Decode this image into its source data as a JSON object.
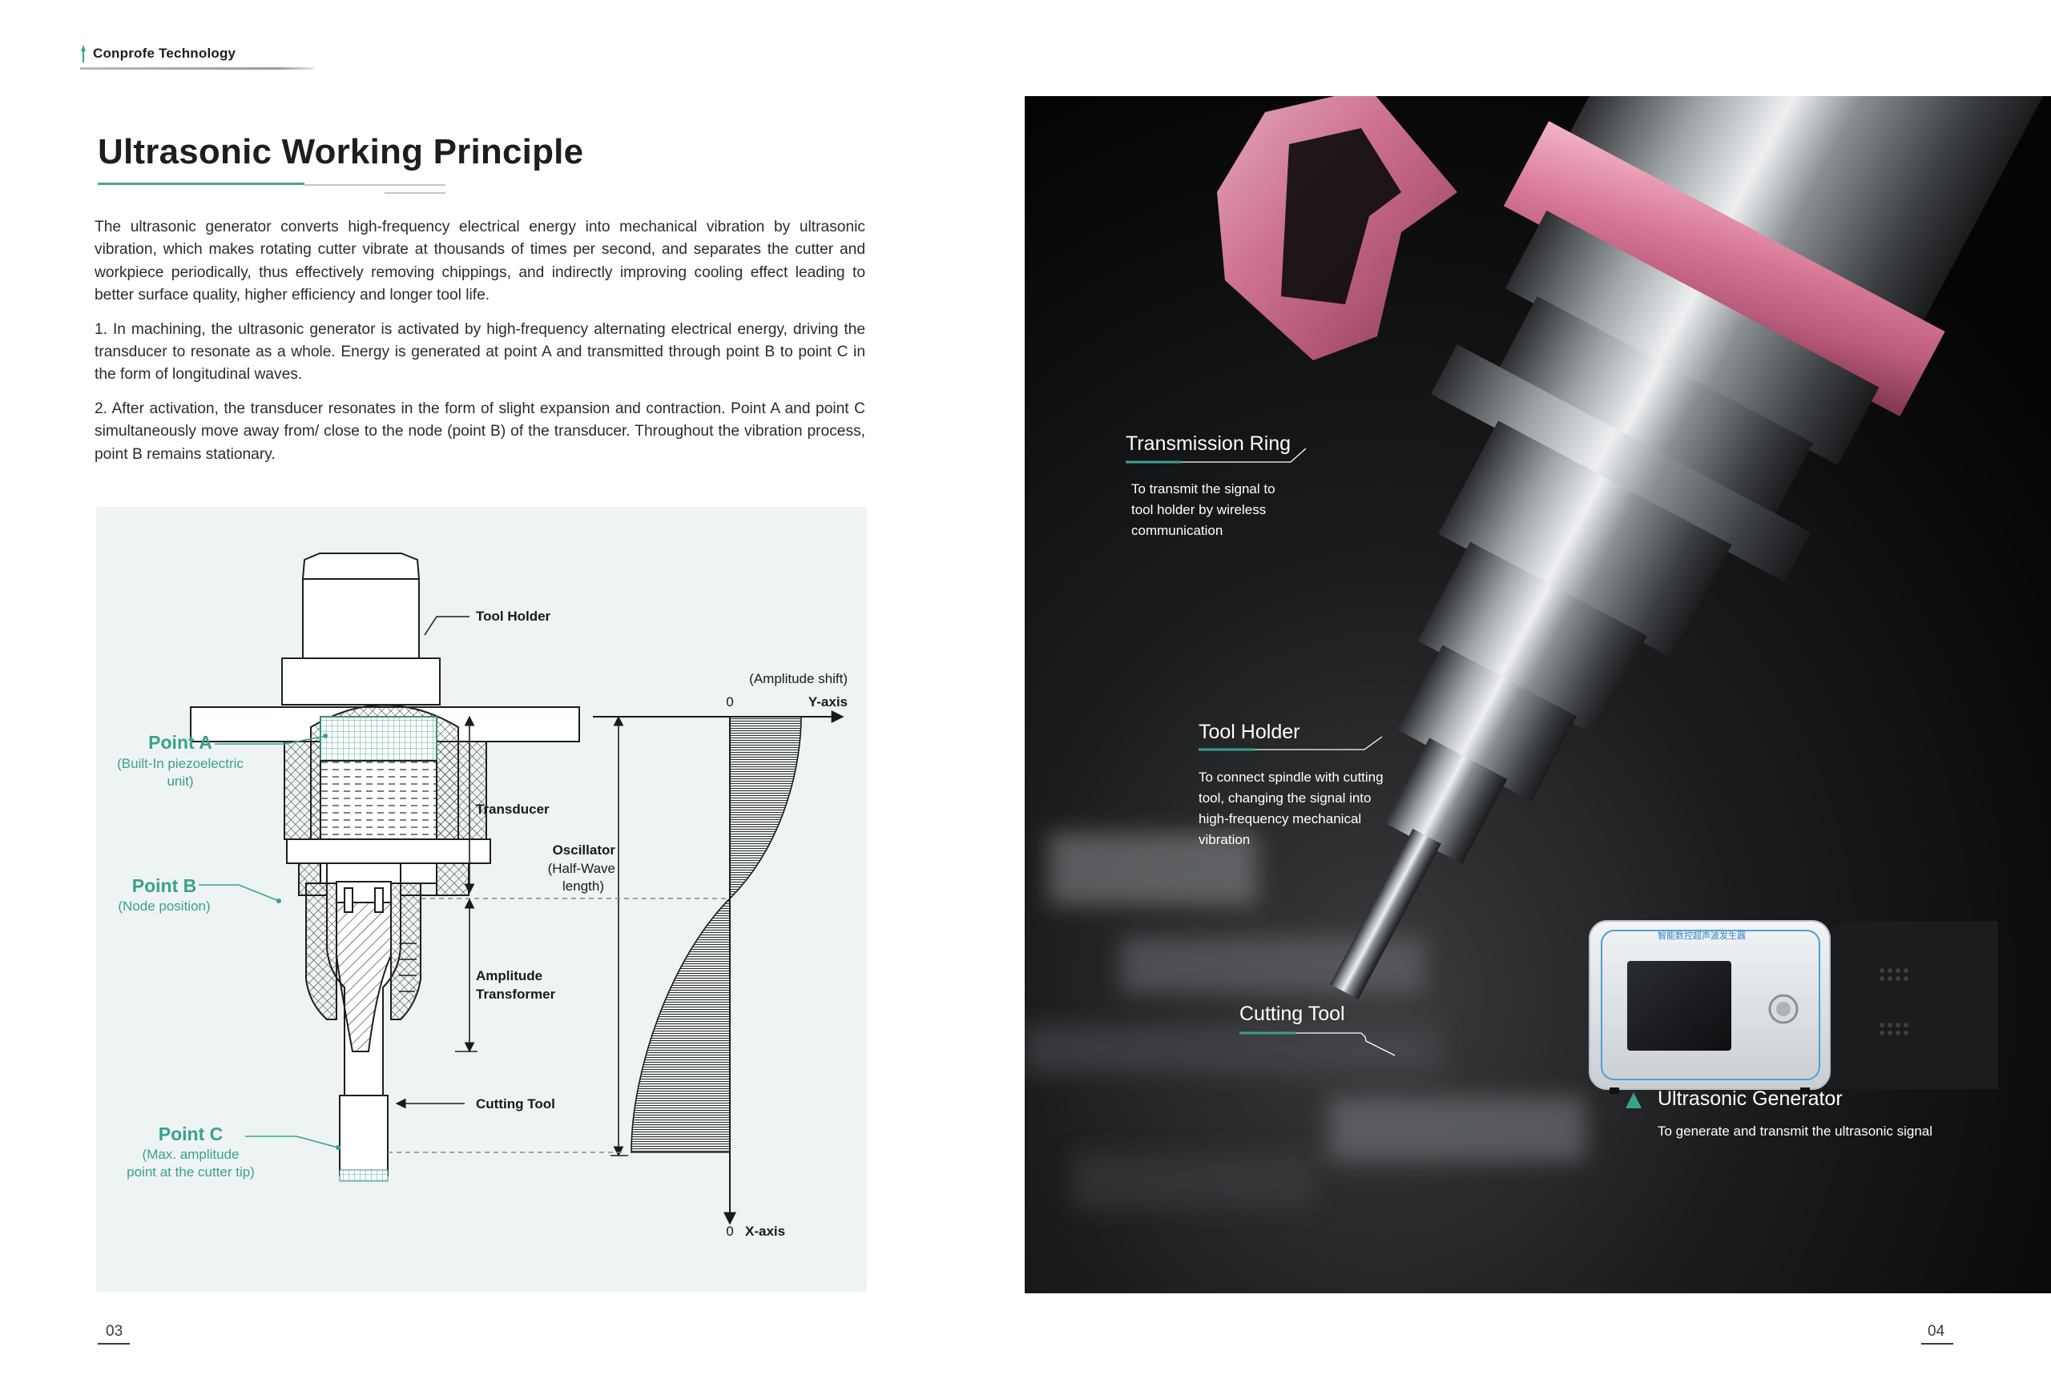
{
  "header": {
    "brand": "Conprofe Technology",
    "brand_color": "#3aa08f"
  },
  "title": "Ultrasonic Working Principle",
  "paragraphs": [
    "The ultrasonic generator converts high-frequency electrical energy into mechanical vibration by ultrasonic vibration, which makes rotating cutter vibrate at thousands of times per second, and separates the cutter and workpiece periodically, thus effectively removing chippings, and indirectly improving cooling effect leading to better surface quality, higher efficiency and longer tool life.",
    "1. In machining, the ultrasonic generator is activated by high-frequency alternating electrical energy, driving the transducer to resonate as a whole. Energy is generated at point A and transmitted through point B to point C in the form of longitudinal waves.",
    "2. After activation, the transducer resonates in the form of slight expansion and contraction. Point A and point C simultaneously move away from/ close to the node (point B) of the transducer. Throughout the vibration process, point B remains stationary."
  ],
  "diagram": {
    "tool_holder": "Tool Holder",
    "transducer": "Transducer",
    "oscillator": [
      "Oscillator",
      "(Half-Wave",
      "length)"
    ],
    "amplitude_transformer": [
      "Amplitude",
      "Transformer"
    ],
    "cutting_tool": "Cutting Tool",
    "amplitude_shift": "(Amplitude shift)",
    "y_zero": "0",
    "y_axis": "Y-axis",
    "x_zero": "0",
    "x_axis": "X-axis",
    "point_a": {
      "name": "Point A",
      "desc": [
        "(Built-In piezoelectric",
        "unit)"
      ]
    },
    "point_b": {
      "name": "Point B",
      "desc": [
        "(Node position)"
      ]
    },
    "point_c": {
      "name": "Point C",
      "desc": [
        "(Max. amplitude",
        "point at the cutter tip)"
      ]
    },
    "accent_color": "#3aa08f"
  },
  "callouts": {
    "transmission_ring": {
      "title": "Transmission Ring",
      "desc": [
        "To transmit the signal to",
        "tool holder by wireless",
        "communication"
      ]
    },
    "tool_holder": {
      "title": "Tool Holder",
      "desc": [
        "To connect spindle with cutting",
        "tool, changing the signal into",
        "high-frequency mechanical",
        "vibration"
      ]
    },
    "cutting_tool": {
      "title": "Cutting Tool"
    },
    "ultrasonic_generator": {
      "title": "Ultrasonic Generator",
      "desc": "To generate and transmit the ultrasonic signal"
    }
  },
  "generator_label": "智能数控超声波发生器",
  "page_numbers": {
    "left": "03",
    "right": "04"
  }
}
